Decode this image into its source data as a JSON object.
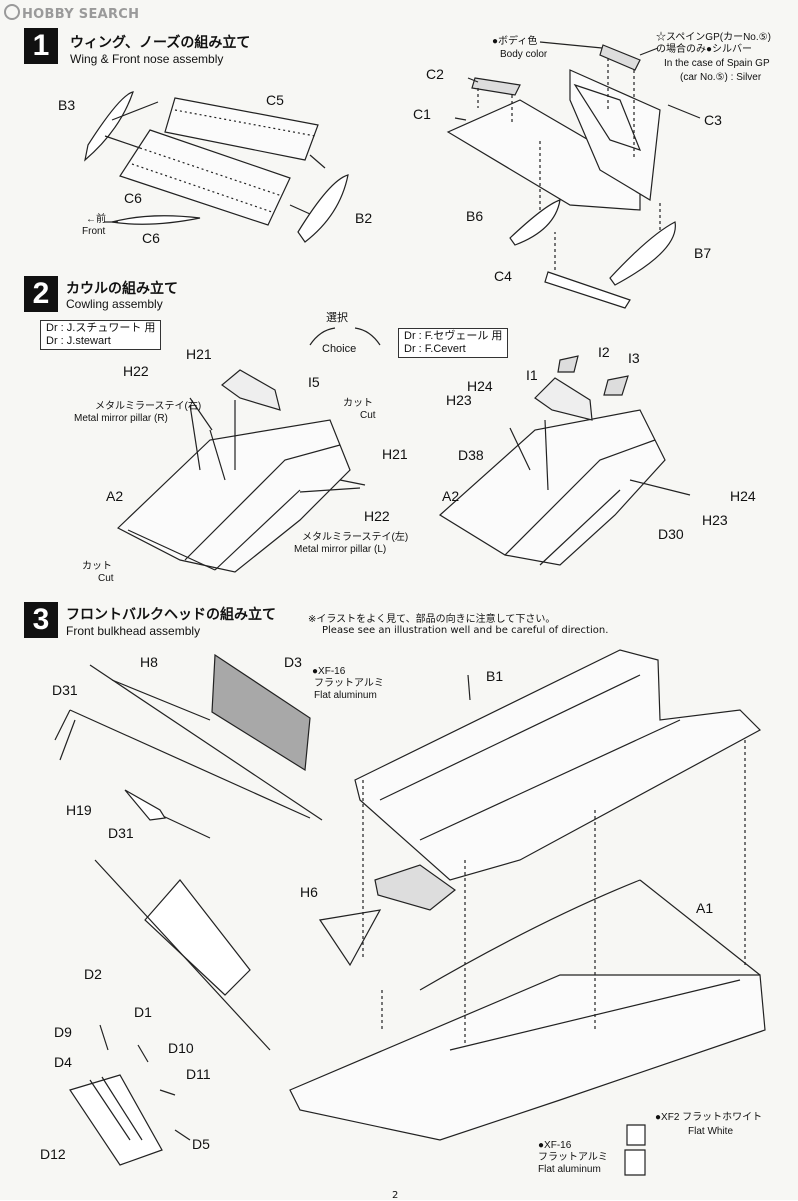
{
  "watermark": "HOBBY SEARCH",
  "page_number": "2",
  "steps": [
    {
      "number": "1",
      "title_jp": "ウィング、ノーズの組み立て",
      "title_en": "Wing & Front nose assembly"
    },
    {
      "number": "2",
      "title_jp": "カウルの組み立て",
      "title_en": "Cowling assembly"
    },
    {
      "number": "3",
      "title_jp": "フロントバルクヘッドの組み立て",
      "title_en": "Front bulkhead assembly"
    }
  ],
  "step1": {
    "labels": {
      "c5": "C5",
      "b3": "B3",
      "c6": "C6",
      "b2": "B2",
      "front_jp": "←前",
      "front_en": "Front",
      "body_color_jp": "●ボディ色",
      "body_color_en": "Body color",
      "spain_jp_1": "☆スペインGP(カーNo.⑤)",
      "spain_jp_2": "の場合のみ●シルバー",
      "spain_en_1": "In the case of Spain GP",
      "spain_en_2": "(car No.⑤) : Silver",
      "c2": "C2",
      "c1": "C1",
      "c3": "C3",
      "b6": "B6",
      "b7": "B7",
      "c4": "C4"
    }
  },
  "step2": {
    "left_driver": {
      "jp": "Dr : J.スチュワート 用",
      "en": "Dr : J.stewart"
    },
    "right_driver": {
      "jp": "Dr : F.セヴェール 用",
      "en": "Dr : F.Cevert"
    },
    "choice_jp": "選択",
    "choice_en": "Choice",
    "labels": {
      "h21": "H21",
      "h22": "H22",
      "i5": "I5",
      "mirror_r_jp": "メタルミラーステイ(右)",
      "mirror_r_en": "Metal mirror pillar (R)",
      "mirror_l_jp": "メタルミラーステイ(左)",
      "mirror_l_en": "Metal mirror pillar (L)",
      "cut_jp": "カット",
      "cut_en": "Cut",
      "a2": "A2",
      "i1": "I1",
      "i2": "I2",
      "i3": "I3",
      "h23": "H23",
      "h24": "H24",
      "d38": "D38",
      "d30": "D30"
    }
  },
  "step3": {
    "note_jp": "※イラストをよく見て、部品の向きに注意して下さい。",
    "note_en": "Please see an illustration well and be careful of direction.",
    "labels": {
      "h8": "H8",
      "d3": "D3",
      "xf16_code": "●XF-16",
      "xf16_jp": "フラットアルミ",
      "xf16_en": "Flat aluminum",
      "b1": "B1",
      "d31": "D31",
      "h19": "H19",
      "h6": "H6",
      "a1": "A1",
      "d2": "D2",
      "d1": "D1",
      "d9": "D9",
      "d10": "D10",
      "d4": "D4",
      "d11": "D11",
      "d5": "D5",
      "d12": "D12",
      "xf2_jp": "●XF2 フラットホワイト",
      "xf2_en": "Flat White"
    }
  }
}
